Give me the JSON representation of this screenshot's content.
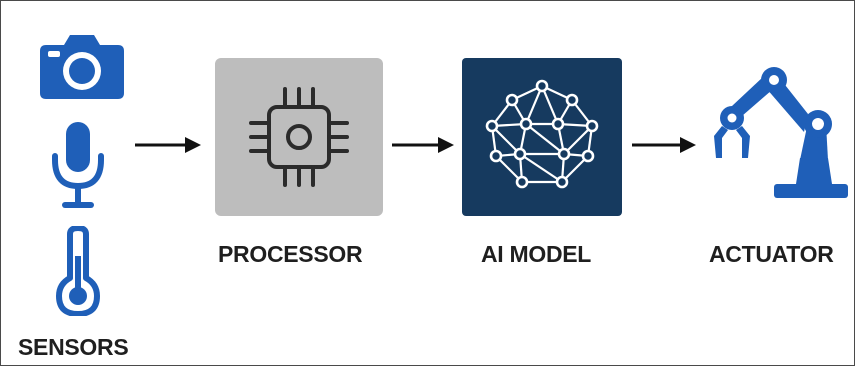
{
  "labels": {
    "sensors": "SENSORS",
    "processor": "PROCESSOR",
    "ai_model": "AI MODEL",
    "actuator": "ACTUATOR"
  },
  "colors": {
    "sensor_blue": "#1f5fb8",
    "processor_box": "#bdbdbd",
    "processor_icon": "#2b2b2b",
    "ai_box": "#163a5f",
    "ai_icon": "#ffffff",
    "actuator_blue": "#1f5fb8",
    "arrow": "#111111",
    "text": "#1f1f1f"
  },
  "icons": {
    "sensor_1": "camera-icon",
    "sensor_2": "microphone-icon",
    "sensor_3": "thermometer-icon",
    "processor": "cpu-chip-icon",
    "ai_model": "neural-network-icon",
    "actuator": "robotic-arm-icon"
  }
}
